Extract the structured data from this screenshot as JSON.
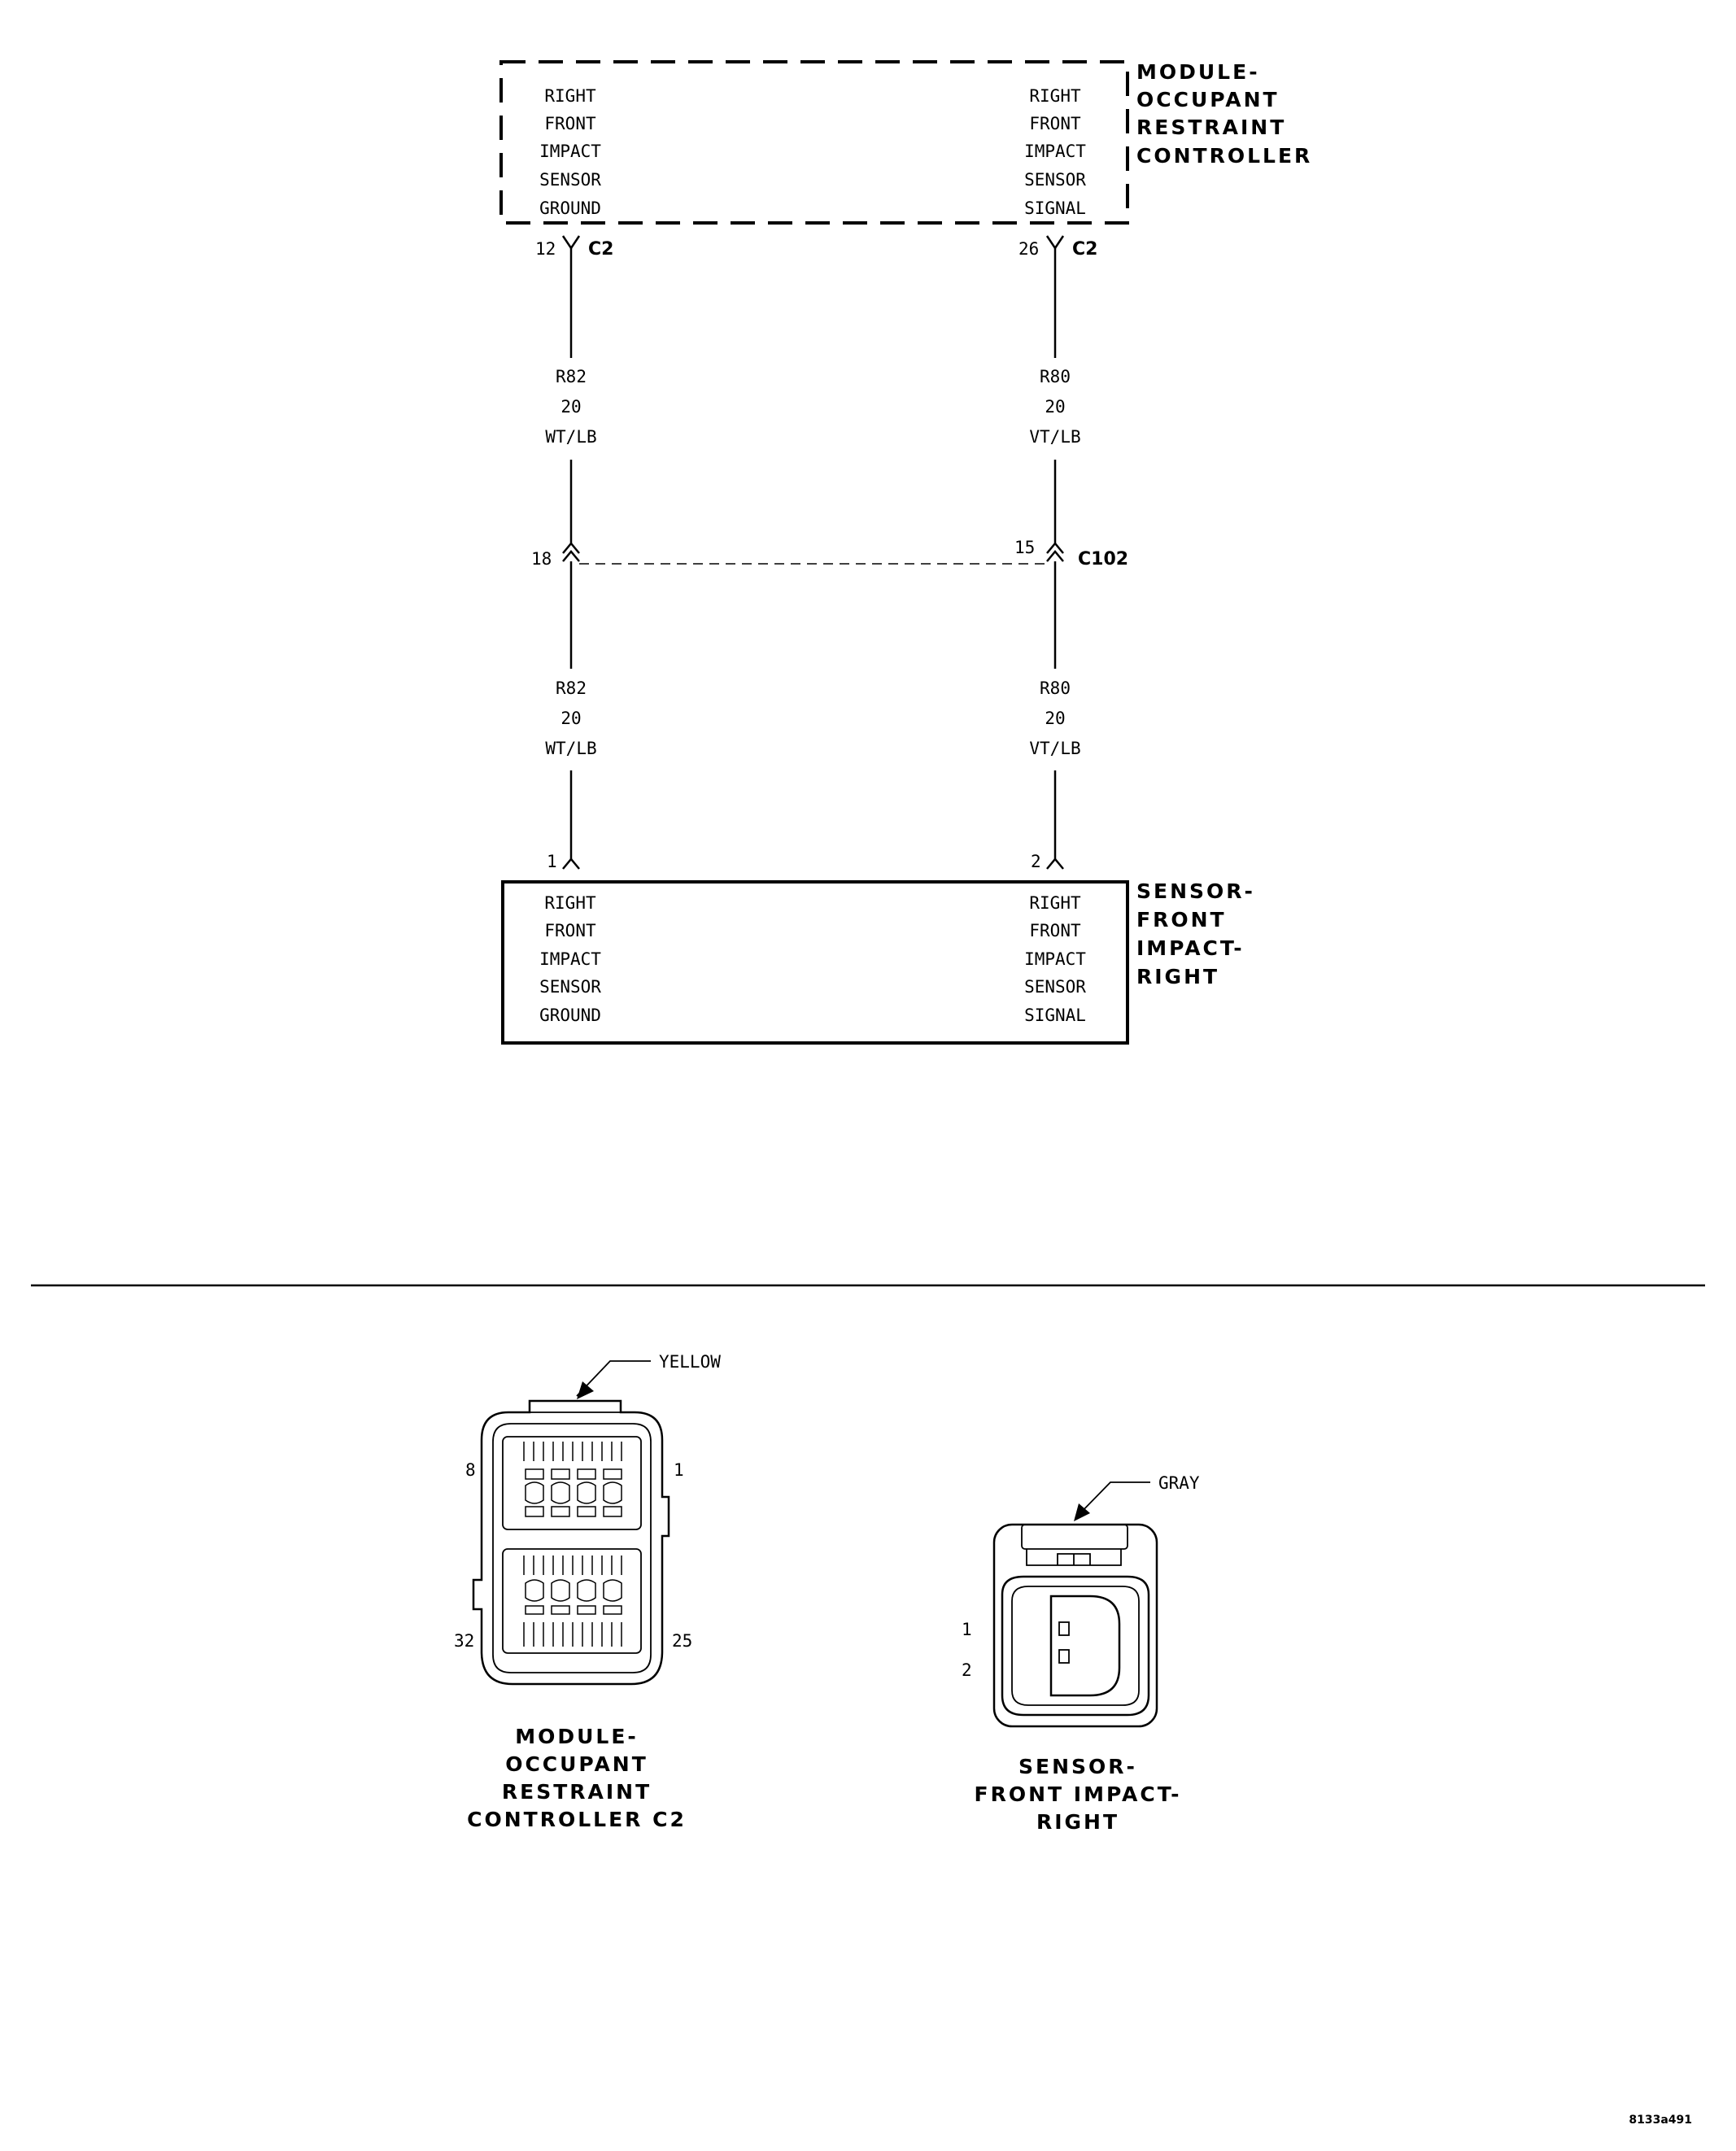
{
  "module_box": {
    "title_lines": [
      "MODULE-",
      "OCCUPANT",
      "RESTRAINT",
      "CONTROLLER"
    ],
    "left_lines": [
      "RIGHT",
      "FRONT",
      "IMPACT",
      "SENSOR",
      "GROUND"
    ],
    "right_lines": [
      "RIGHT",
      "FRONT",
      "IMPACT",
      "SENSOR",
      "SIGNAL"
    ]
  },
  "module_pins": {
    "left_pin": "12",
    "left_conn": "C2",
    "right_pin": "26",
    "right_conn": "C2"
  },
  "wire_upper": {
    "left": [
      "R82",
      "20",
      "WT/LB"
    ],
    "right": [
      "R80",
      "20",
      "VT/LB"
    ]
  },
  "inline_connector": {
    "left_pin": "18",
    "right_pin": "15",
    "name": "C102"
  },
  "wire_lower": {
    "left": [
      "R82",
      "20",
      "WT/LB"
    ],
    "right": [
      "R80",
      "20",
      "VT/LB"
    ]
  },
  "sensor_pins": {
    "left_pin": "1",
    "right_pin": "2"
  },
  "sensor_box": {
    "title_lines": [
      "SENSOR-",
      "FRONT",
      "IMPACT-",
      "RIGHT"
    ],
    "left_lines": [
      "RIGHT",
      "FRONT",
      "IMPACT",
      "SENSOR",
      "GROUND"
    ],
    "right_lines": [
      "RIGHT",
      "FRONT",
      "IMPACT",
      "SENSOR",
      "SIGNAL"
    ]
  },
  "connector_view_1": {
    "color": "YELLOW",
    "pin_top_left": "8",
    "pin_top_right": "1",
    "pin_bottom_left": "32",
    "pin_bottom_right": "25",
    "caption_lines": [
      "MODULE-",
      "OCCUPANT",
      "RESTRAINT",
      "CONTROLLER C2"
    ]
  },
  "connector_view_2": {
    "color": "GRAY",
    "pin_1": "1",
    "pin_2": "2",
    "caption_lines": [
      "SENSOR-",
      "FRONT IMPACT-",
      "RIGHT"
    ]
  },
  "figure_id": "8133a491"
}
